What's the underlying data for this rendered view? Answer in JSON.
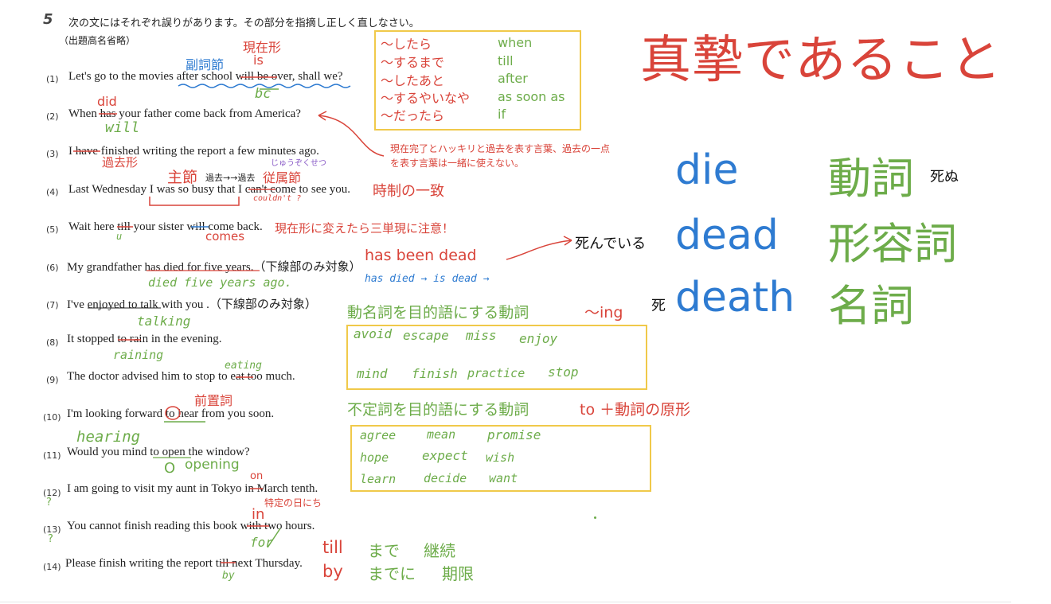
{
  "header": {
    "problem_number": "5",
    "instruction": "次の文にはそれぞれ誤りがあります。その部分を指摘し正しく直しなさい。",
    "source_note": "（出題高名省略）"
  },
  "sentences": [
    {
      "num": "(1)",
      "text": "Let's go to the movies after school will be over, shall we?"
    },
    {
      "num": "(2)",
      "text": "When has your father come back from America?"
    },
    {
      "num": "(3)",
      "text": "I have finished writing the report a few minutes ago."
    },
    {
      "num": "(4)",
      "text": "Last Wednesday I was so busy that I can't come to see you."
    },
    {
      "num": "(5)",
      "text": "Wait here till your sister will come back."
    },
    {
      "num": "(6)",
      "text": "My grandfather has died for five years.（下線部のみ対象）"
    },
    {
      "num": "(7)",
      "text": "I've enjoyed to talk with you .（下線部のみ対象）"
    },
    {
      "num": "(8)",
      "text": "It stopped to rain in the evening."
    },
    {
      "num": "(9)",
      "text": "The doctor advised him to stop to eat too much."
    },
    {
      "num": "(10)",
      "text": "I'm looking forward to hear from you soon."
    },
    {
      "num": "(11)",
      "text": "Would you mind to open the window?"
    },
    {
      "num": "(12)",
      "text": "I am going to visit my aunt in Tokyo in March tenth."
    },
    {
      "num": "(13)",
      "text": "You cannot finish reading this book with two hours."
    },
    {
      "num": "(14)",
      "text": "Please finish writing the report till next Thursday."
    }
  ],
  "annotations": {
    "a1_present": "現在形",
    "a1_is": "is",
    "a1_adverb_clause": "副詞節",
    "a1_bc": "bc",
    "a2_did": "did",
    "a2_will": "will",
    "a3_past": "過去形",
    "a4_main_clause": "主節",
    "a4_past_arrow": "過去→→過去",
    "a4_sub_clause": "従属節",
    "a4_furigana": "じゅうぞくせつ",
    "a4_couldnt": "couldn't ?",
    "a4_tense_agreement": "時制の一致",
    "a5_u": "u",
    "a5_comes": "comes",
    "a5_note": "現在形に変えたら三単現に注意！",
    "a6_correction": "died five years ago.",
    "a6_has_been_dead": "has been dead",
    "a6_has_died": "has died → is dead →",
    "a7_talking": "talking",
    "a8_raining": "raining",
    "a9_eating": "eating",
    "a10_preposition": "前置詞",
    "a10_hearing": "hearing",
    "a11_opening": "opening",
    "a11_o": "O",
    "a12_on": "on",
    "a12_note": "特定の日にち",
    "a12_q": "?",
    "a13_in": "in",
    "a13_for": "for",
    "a13_q": "?",
    "a14_by": "by",
    "note_present_perfect_1": "現在完了とハッキリと過去を表す言葉、過去の一点",
    "note_present_perfect_2": "を表す言葉は一緒に使えない。"
  },
  "conj_box": {
    "rows": [
      {
        "jp": "〜したら",
        "en": "when"
      },
      {
        "jp": "〜するまで",
        "en": "till"
      },
      {
        "jp": "〜したあと",
        "en": "after"
      },
      {
        "jp": "〜するやいなや",
        "en": "as soon as"
      },
      {
        "jp": "〜だったら",
        "en": "if"
      }
    ]
  },
  "big_title": "真摯であること",
  "vocab": [
    {
      "jp_left": "",
      "word": "die",
      "pos": "動詞",
      "gloss": "死ぬ"
    },
    {
      "jp_left": "死んでいる",
      "word": "dead",
      "pos": "形容詞",
      "gloss": ""
    },
    {
      "jp_left": "死",
      "word": "death",
      "pos": "名詞",
      "gloss": ""
    }
  ],
  "gerund_section": {
    "title": "動名詞を目的語にする動詞",
    "suffix": "〜ing",
    "words_row1": [
      "avoid",
      "escape",
      "miss",
      "enjoy"
    ],
    "words_row2": [
      "mind",
      "finish",
      "practice",
      "stop"
    ]
  },
  "infinitive_section": {
    "title": "不定詞を目的語にする動詞",
    "suffix": "to ＋動詞の原形",
    "words": [
      [
        "agree",
        "mean",
        "promise"
      ],
      [
        "hope",
        "expect",
        "wish"
      ],
      [
        "learn",
        "decide",
        "want"
      ]
    ]
  },
  "till_by": [
    {
      "word": "till",
      "made": "まで",
      "meaning": "継続"
    },
    {
      "word": "by",
      "made": "までに",
      "meaning": "期限"
    }
  ],
  "colors": {
    "red": "#d9443a",
    "blue": "#2e7bd1",
    "green": "#6dac4a",
    "box": "#f0c94a"
  }
}
